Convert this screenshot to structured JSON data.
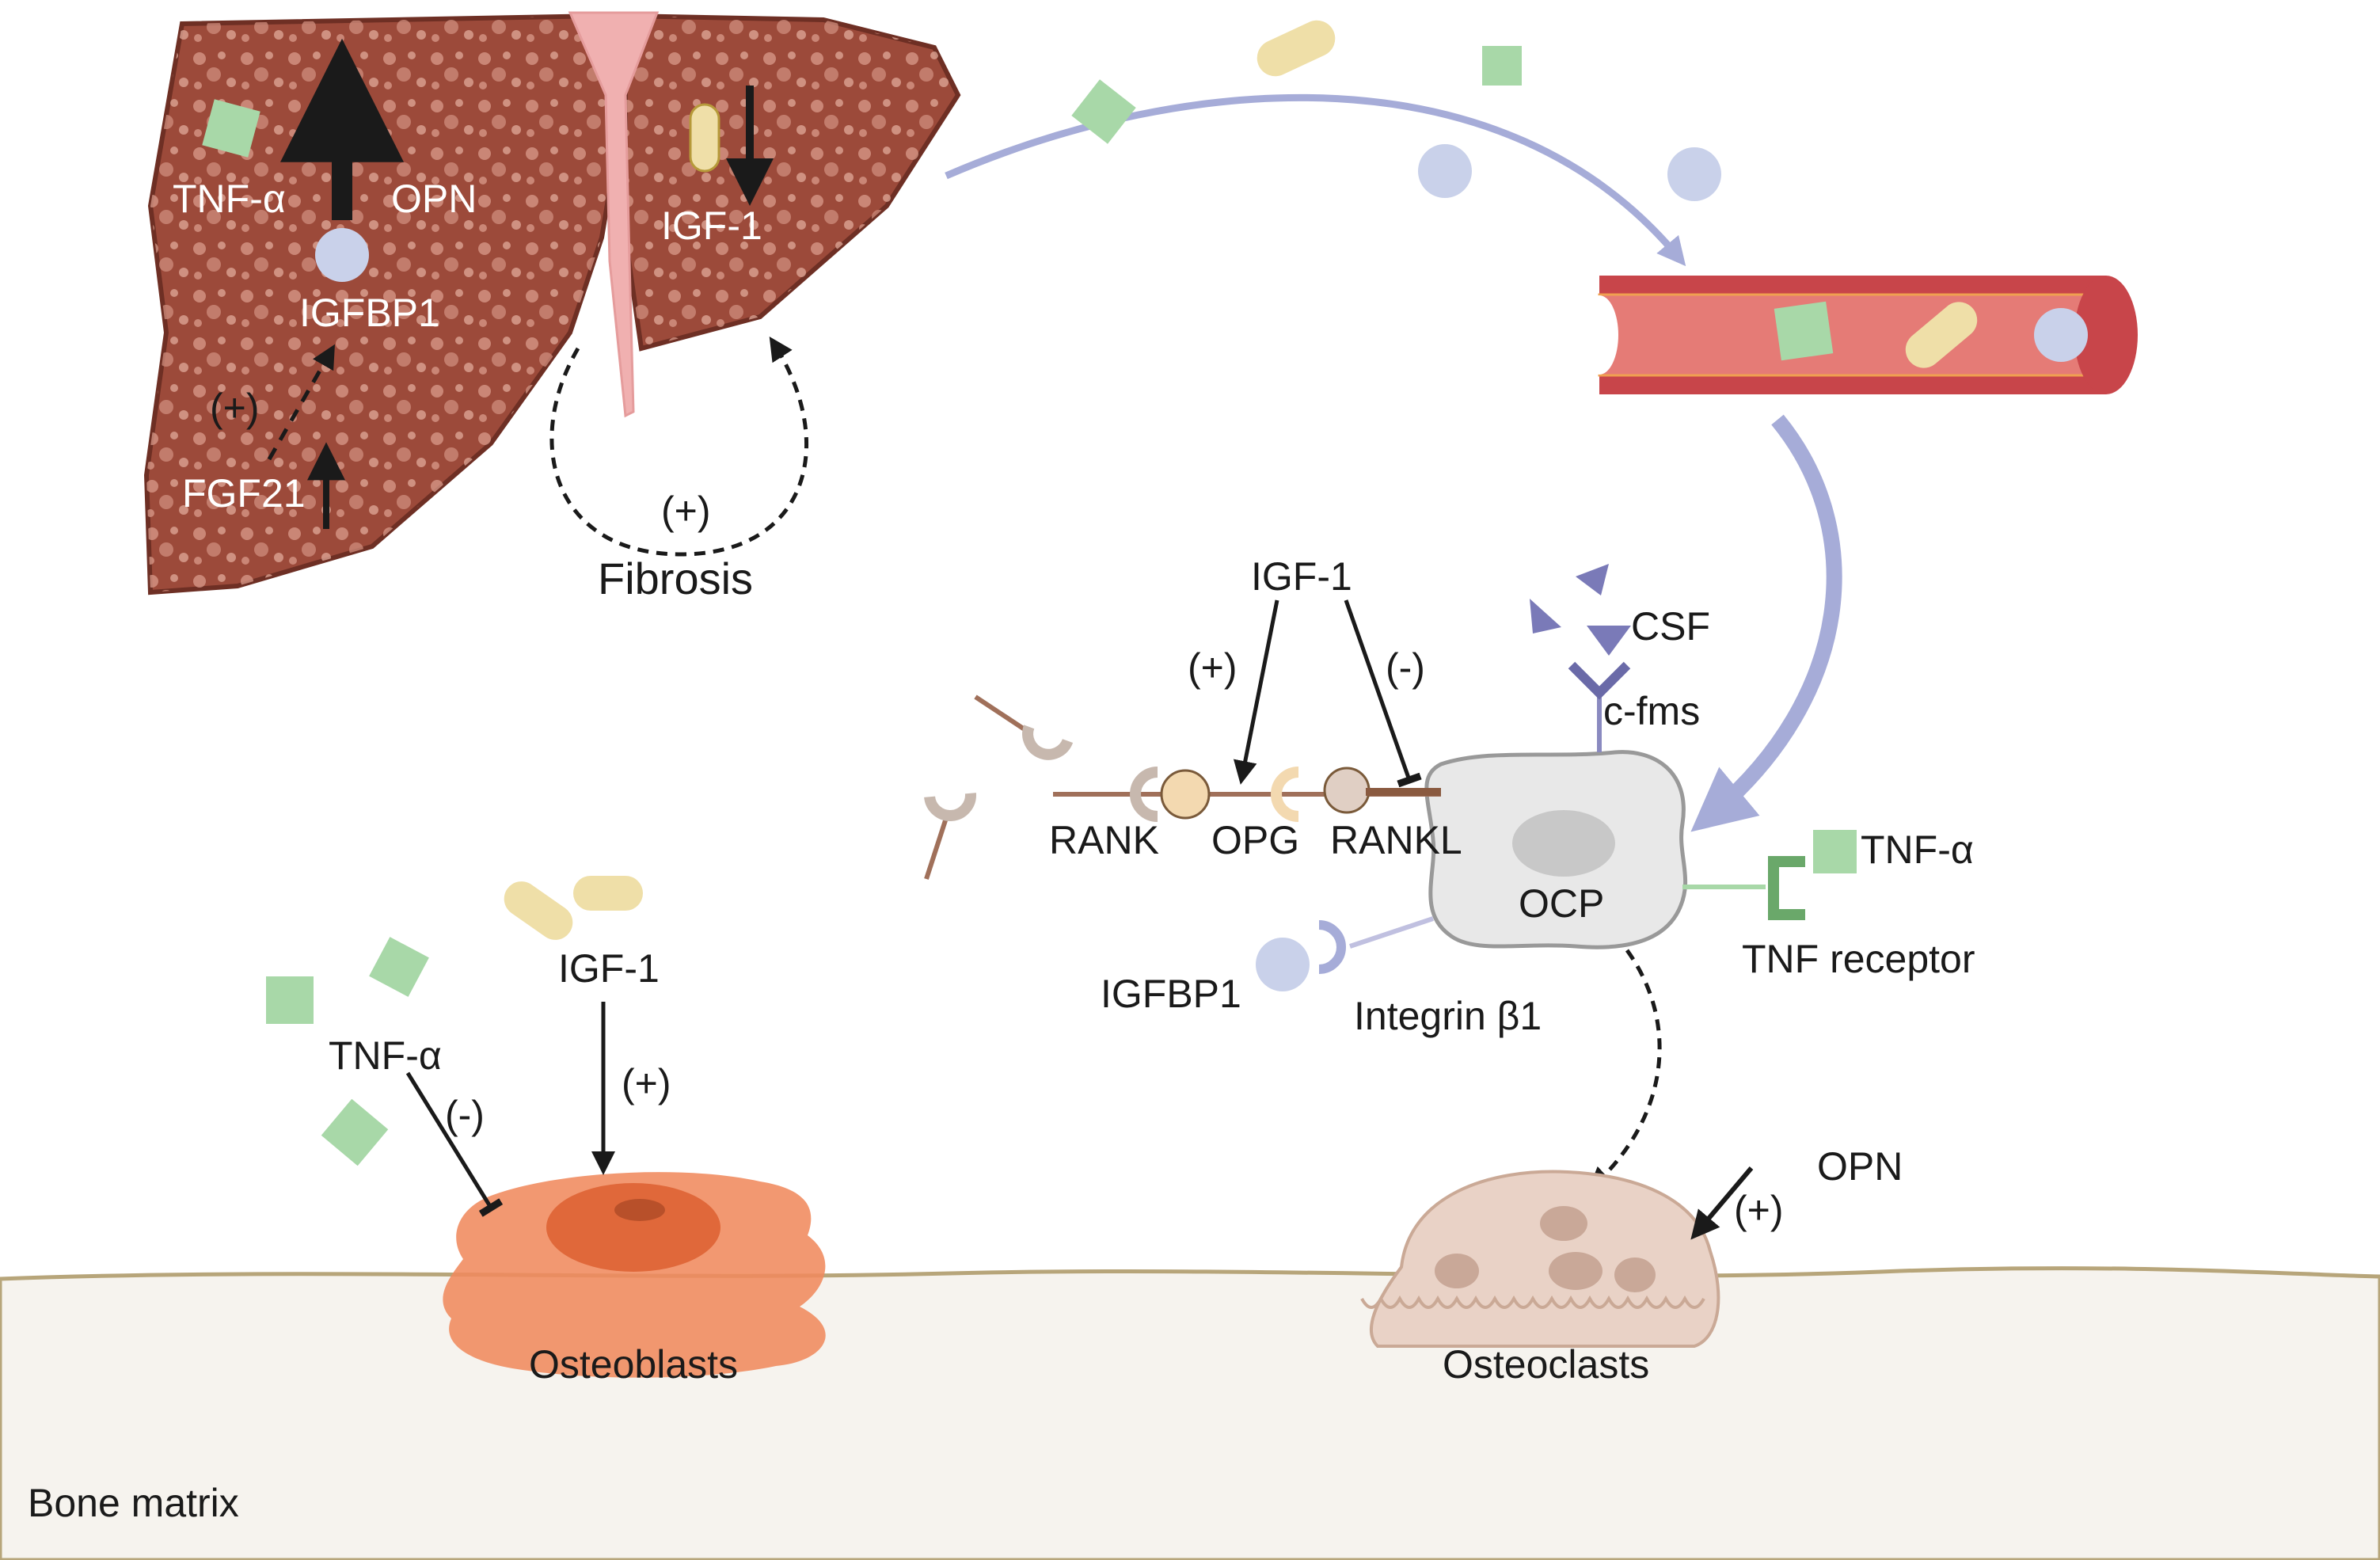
{
  "liver": {
    "tnf_alpha": "TNF-α",
    "opn": "OPN",
    "igf1": "IGF-1",
    "igfbp1": "IGFBP1",
    "plus": "(+)",
    "fgf21": "FGF21",
    "fibrosis_plus": "(+)",
    "fibrosis": "Fibrosis"
  },
  "signaling": {
    "igf1": "IGF-1",
    "plus": "(+)",
    "minus": "(-)",
    "csf": "CSF",
    "cfms": "c-fms",
    "rank": "RANK",
    "opg": "OPG",
    "rankl": "RANKL",
    "ocp": "OCP",
    "tnf_alpha": "TNF-α",
    "tnf_receptor": "TNF receptor",
    "igfbp1": "IGFBP1",
    "integrin": "Integrin β1"
  },
  "bone": {
    "tnf_alpha": "TNF-α",
    "minus": "(-)",
    "igf1": "IGF-1",
    "plus": "(+)",
    "opn": "OPN",
    "opn_plus": "(+)",
    "osteoblasts": "Osteoblasts",
    "osteoclasts": "Osteoclasts",
    "bone_matrix": "Bone matrix"
  },
  "colors": {
    "liver": "#a0503f",
    "tnf": "#a8d8a8",
    "igf": "#efdfa8",
    "igfbp": "#c9d1ea",
    "opn": "#f6b7a6",
    "vessel": "#e57b76",
    "arrow": "#a6acd8",
    "osteoblast": "#f08a5d",
    "osteoclast": "#e9d2c6",
    "bone": "#f6f3ee"
  }
}
